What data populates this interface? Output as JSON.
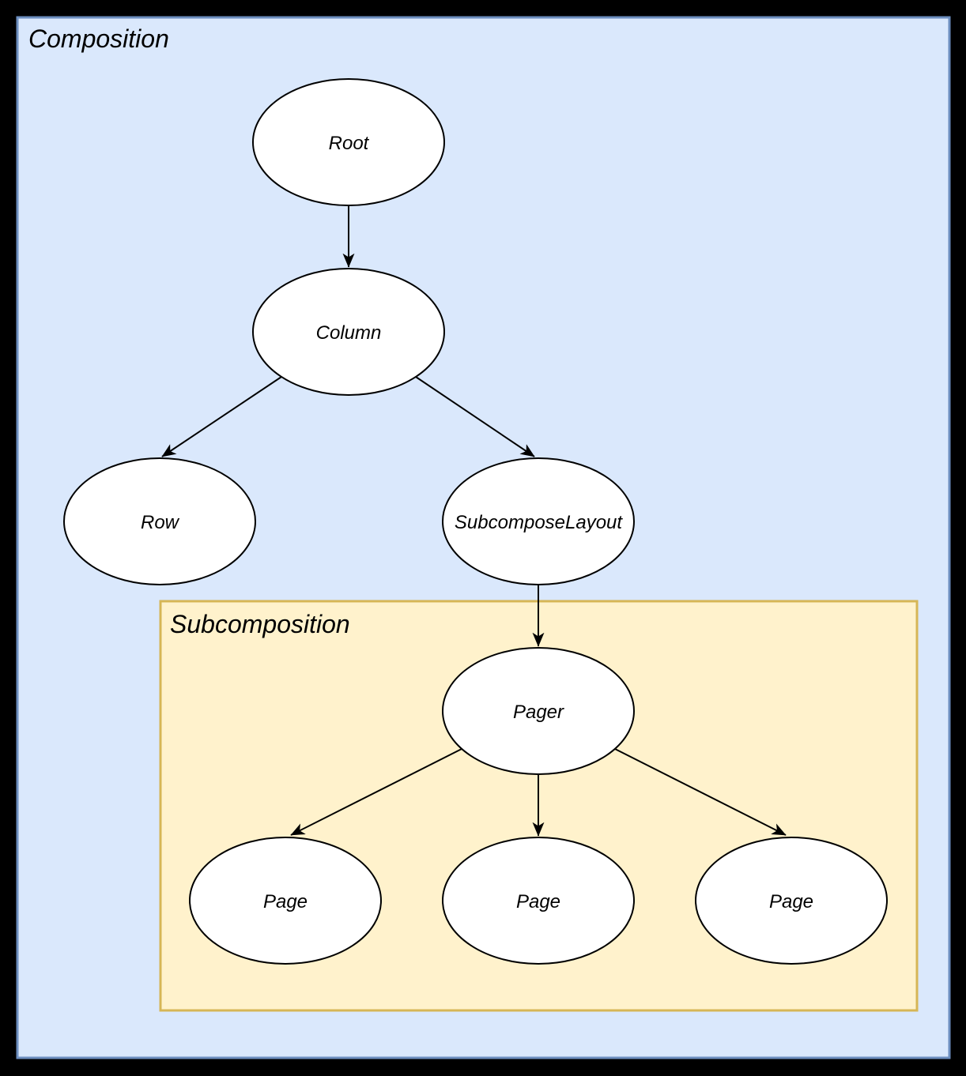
{
  "labels": {
    "composition": "Composition",
    "subcomposition": "Subcomposition"
  },
  "nodes": {
    "root": {
      "label": "Root"
    },
    "column": {
      "label": "Column"
    },
    "row": {
      "label": "Row"
    },
    "subcompose_layout": {
      "label": "SubcomposeLayout"
    },
    "pager": {
      "label": "Pager"
    },
    "page_1": {
      "label": "Page"
    },
    "page_2": {
      "label": "Page"
    },
    "page_3": {
      "label": "Page"
    }
  },
  "edges": [
    {
      "from": "root",
      "to": "column"
    },
    {
      "from": "column",
      "to": "row"
    },
    {
      "from": "column",
      "to": "subcompose_layout"
    },
    {
      "from": "subcompose_layout",
      "to": "pager"
    },
    {
      "from": "pager",
      "to": "page_1"
    },
    {
      "from": "pager",
      "to": "page_2"
    },
    {
      "from": "pager",
      "to": "page_3"
    }
  ],
  "colors": {
    "canvas_background": "#000000",
    "composition_fill": "#dae8fc",
    "composition_stroke": "#6c8ebf",
    "subcomposition_fill": "#fff2cc",
    "subcomposition_stroke": "#d6b656",
    "node_fill": "#ffffff",
    "node_stroke": "#000000",
    "edge_color": "#000000",
    "text_color": "#000000"
  }
}
